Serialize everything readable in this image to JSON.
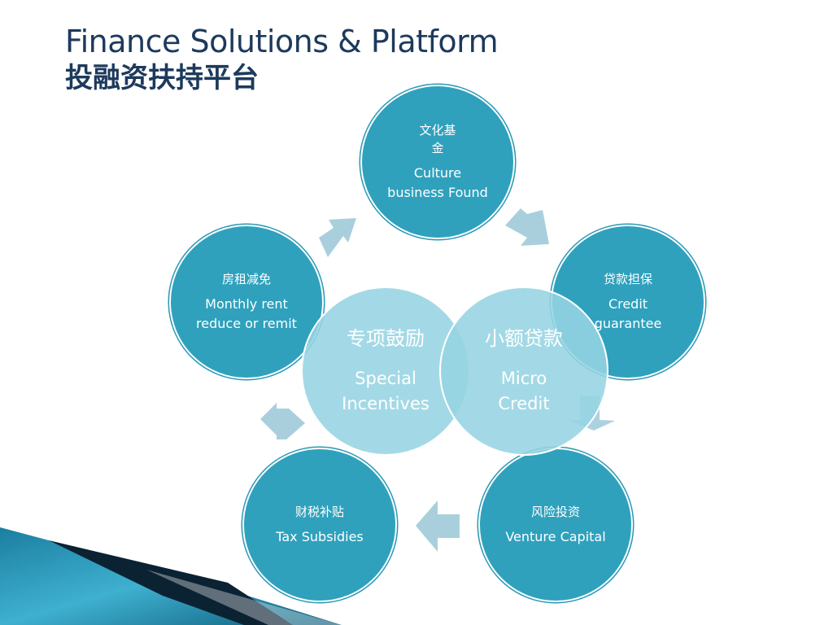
{
  "title": {
    "en": "Finance Solutions & Platform",
    "zh": "投融资扶持平台"
  },
  "nodes": {
    "culture": {
      "zh": "文化基\n金",
      "en": "Culture\nbusiness Found"
    },
    "credit": {
      "zh": "贷款担保",
      "en": "Credit\nguarantee"
    },
    "venture": {
      "zh": "风险投资",
      "en": "Venture Capital"
    },
    "tax": {
      "zh": "财税补贴",
      "en": "Tax Subsidies"
    },
    "rent": {
      "zh": "房租减免",
      "en": "Monthly rent\nreduce or remit"
    }
  },
  "centers": {
    "special": {
      "zh": "专项鼓励",
      "en": "Special\nIncentives"
    },
    "micro": {
      "zh": "小额贷款",
      "en": "Micro\nCredit"
    }
  },
  "colors": {
    "node": "#2fa1bd",
    "center": "#96d4e2",
    "arrow": "#a9cfdd",
    "title": "#1d3a5c"
  }
}
